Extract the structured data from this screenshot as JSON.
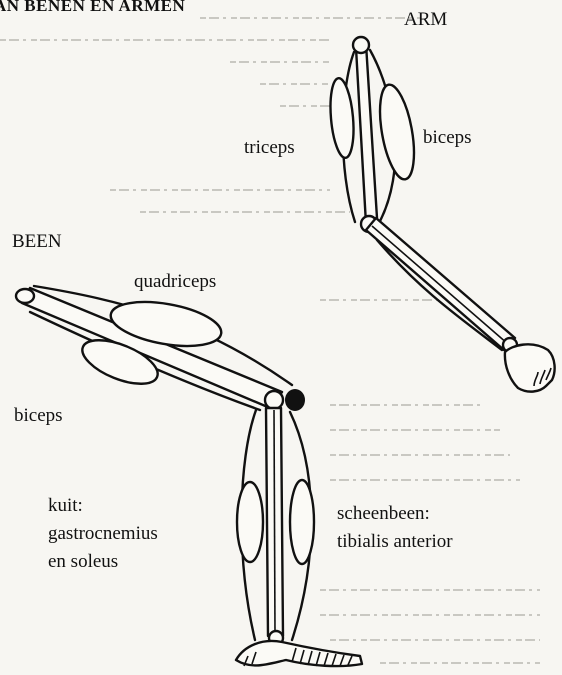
{
  "labels": {
    "title": "AN BENEN EN ARMEN",
    "arm": "ARM",
    "triceps": "triceps",
    "biceps_arm": "biceps",
    "been": "BEEN",
    "quadriceps": "quadriceps",
    "biceps_leg": "biceps",
    "kuit_1": "kuit:",
    "kuit_2": "gastrocnemius",
    "kuit_3": "en soleus",
    "scheenbeen_1": "scheenbeen:",
    "scheenbeen_2": "tibialis anterior"
  }
}
